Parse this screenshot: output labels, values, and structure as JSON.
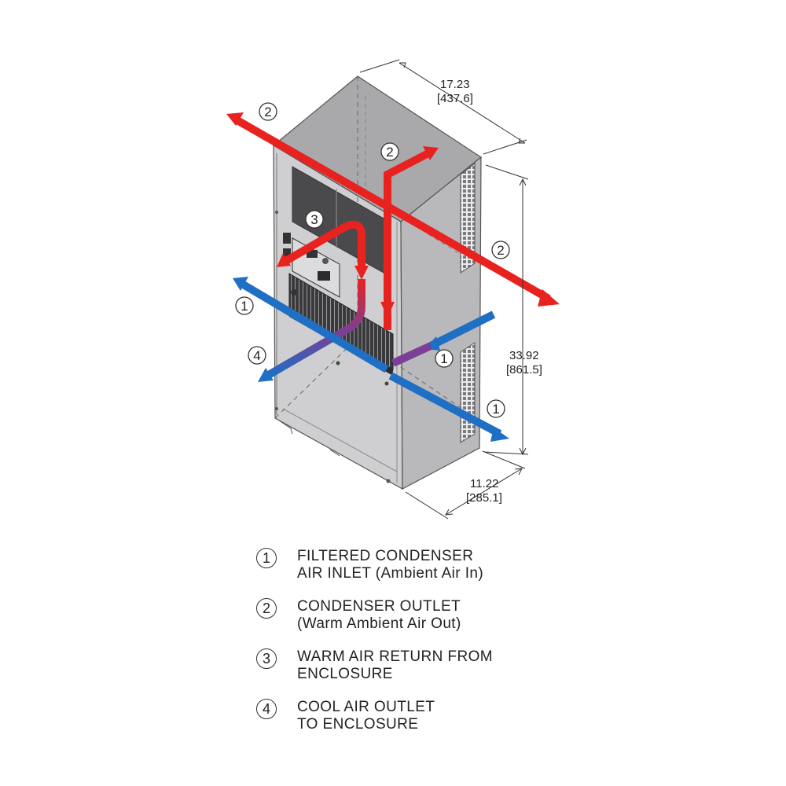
{
  "dimensions": {
    "width": {
      "value": "17.23",
      "metric": "[437.6]"
    },
    "height": {
      "value": "33.92",
      "metric": "[861.5]"
    },
    "depth": {
      "value": "11.22",
      "metric": "[285.1]"
    }
  },
  "callouts": [
    "2",
    "2",
    "2",
    "3",
    "1",
    "1",
    "1",
    "4"
  ],
  "legend": [
    {
      "num": "1",
      "line1": "FILTERED CONDENSER",
      "line2": "AIR INLET (Ambient Air In)"
    },
    {
      "num": "2",
      "line1": "CONDENSER OUTLET",
      "line2": "(Warm Ambient Air Out)"
    },
    {
      "num": "3",
      "line1": "WARM AIR RETURN FROM",
      "line2": "ENCLOSURE"
    },
    {
      "num": "4",
      "line1": "COOL AIR OUTLET",
      "line2": "TO ENCLOSURE"
    }
  ],
  "colors": {
    "warm_air": "#e8231f",
    "cool_air": "#1f6fc4",
    "cabinet_front": "#cfcfd1",
    "cabinet_side": "#b9b9bc",
    "cabinet_top": "#a9a9ac"
  }
}
